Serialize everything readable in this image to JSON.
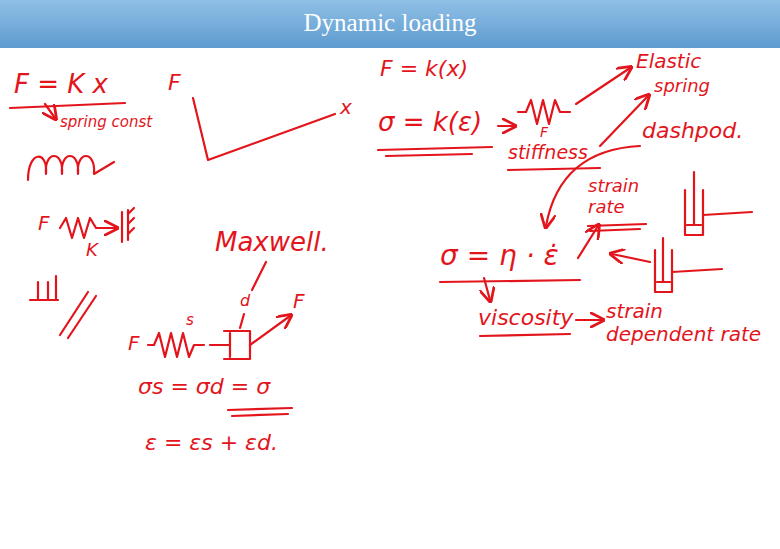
{
  "diagram": {
    "title": "Dynamic loading",
    "labels": [
      "F = K x",
      "spring const",
      "F",
      "K",
      "F",
      "x",
      "F = k(x)",
      "σ = k(ε)",
      "Elastic",
      "F",
      "stiffness",
      "spring",
      "dashpod.",
      "strain rate",
      "σ = η · ε̇",
      "viscosity",
      "strain dependent rate",
      "Maxwell.",
      "F",
      "s",
      "d",
      "F",
      "σs = σd = σ",
      "ε = εs + εd."
    ]
  }
}
